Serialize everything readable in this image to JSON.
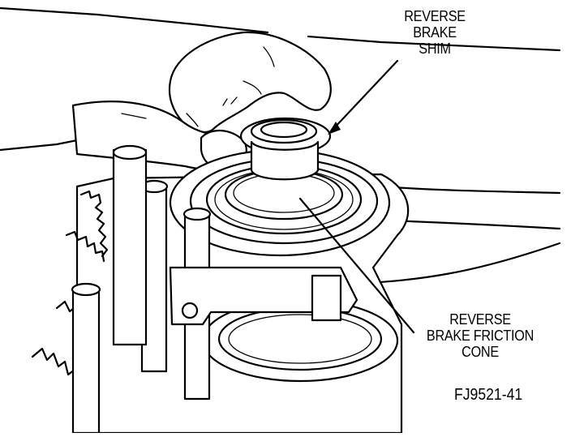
{
  "labels": {
    "shim": [
      "REVERSE",
      "BRAKE",
      "SHIM"
    ],
    "cone": [
      "REVERSE",
      "BRAKE FRICTION",
      "CONE"
    ]
  },
  "figure_id": "FJ9521-41"
}
